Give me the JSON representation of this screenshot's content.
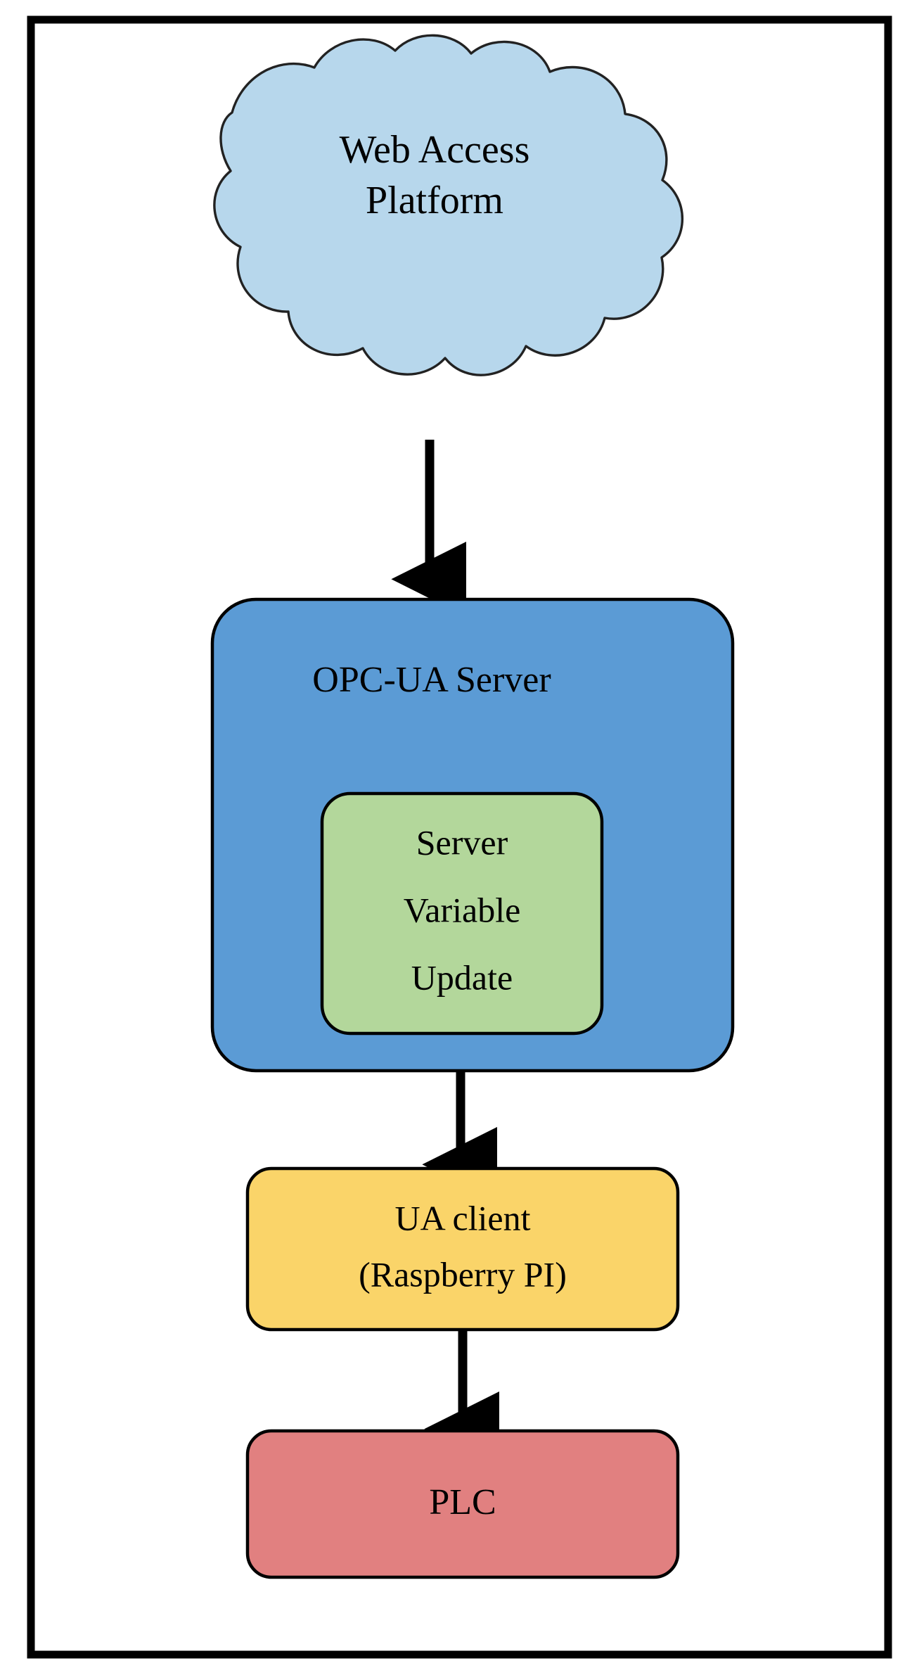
{
  "diagram": {
    "type": "flowchart",
    "orientation": "top-to-bottom",
    "frame": {
      "name": "outer-border",
      "stroke_color": "#000000",
      "fill_color": "#ffffff",
      "stroke_width": 11
    },
    "nodes": [
      {
        "id": "web-access-platform",
        "shape": "cloud",
        "label_lines": [
          "Web Access",
          "Platform"
        ],
        "fill_color": "#b7d7ec",
        "stroke_color": "#1b1b1b"
      },
      {
        "id": "opc-ua-server",
        "shape": "rounded-rectangle",
        "label_lines": [
          "OPC-UA Server"
        ],
        "fill_color": "#5b9bd5",
        "stroke_color": "#000000"
      },
      {
        "id": "server-variable-update",
        "shape": "rounded-rectangle",
        "label_lines": [
          "Server",
          "Variable",
          "Update"
        ],
        "fill_color": "#b3d79b",
        "stroke_color": "#000000"
      },
      {
        "id": "ua-client-raspberry-pi",
        "shape": "rounded-rectangle",
        "label_lines": [
          "UA client",
          "(Raspberry PI)"
        ],
        "fill_color": "#fad469",
        "stroke_color": "#000000"
      },
      {
        "id": "plc",
        "shape": "rounded-rectangle",
        "label_lines": [
          "PLC"
        ],
        "fill_color": "#e18080",
        "stroke_color": "#000000"
      }
    ],
    "edges": [
      {
        "id": "edge-cloud-to-server",
        "from": "web-access-platform",
        "to": "opc-ua-server",
        "style": "solid-arrow",
        "color": "#000000"
      },
      {
        "id": "edge-server-to-client",
        "from": "opc-ua-server",
        "to": "ua-client-raspberry-pi",
        "style": "solid-arrow",
        "color": "#000000"
      },
      {
        "id": "edge-client-to-plc",
        "from": "ua-client-raspberry-pi",
        "to": "plc",
        "style": "solid-arrow",
        "color": "#000000"
      }
    ]
  },
  "labels": {
    "cloud_line1": "Web Access",
    "cloud_line2": "Platform",
    "server_title": "OPC-UA Server",
    "green_line1": "Server",
    "green_line2": "Variable",
    "green_line3": "Update",
    "yellow_line1": "UA client",
    "yellow_line2": "(Raspberry PI)",
    "plc_title": "PLC"
  }
}
